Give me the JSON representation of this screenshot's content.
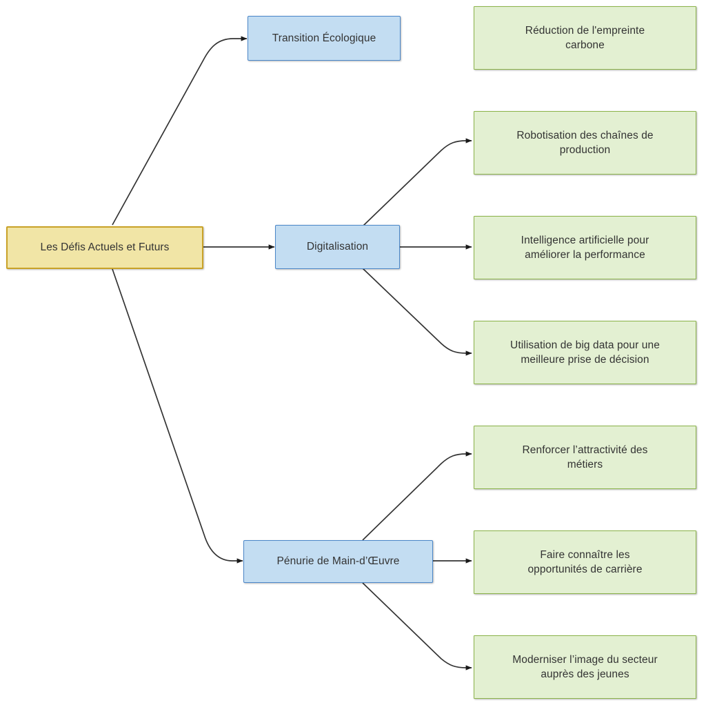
{
  "diagram": {
    "type": "flowchart",
    "orientation": "left-to-right",
    "background_color": "#ffffff",
    "edge_color": "#333333",
    "palette": {
      "root_fill": "#f1e5a6",
      "root_border": "#c9a227",
      "branch_fill": "#c3ddf2",
      "branch_border": "#4a86c8",
      "leaf_fill": "#e3f0d2",
      "leaf_border": "#8cb44a",
      "text": "#333333"
    },
    "root": {
      "id": "root",
      "label": "Les Défis Actuels et Futurs"
    },
    "branches": [
      {
        "id": "transition",
        "label": "Transition Écologique",
        "leaves": [
          {
            "id": "leaf-carbone",
            "label": "Réduction de l'empreinte\ncarbone"
          }
        ]
      },
      {
        "id": "digitalisation",
        "label": "Digitalisation",
        "leaves": [
          {
            "id": "leaf-robotisation",
            "label": "Robotisation des chaînes de\nproduction"
          },
          {
            "id": "leaf-ia",
            "label": "Intelligence artificielle pour\naméliorer la performance"
          },
          {
            "id": "leaf-bigdata",
            "label": "Utilisation de big data pour une\nmeilleure prise de décision"
          }
        ]
      },
      {
        "id": "penurie",
        "label": "Pénurie de Main-d’Œuvre",
        "leaves": [
          {
            "id": "leaf-attractivite",
            "label": "Renforcer l’attractivité des\nmétiers"
          },
          {
            "id": "leaf-carriere",
            "label": "Faire connaître les\nopportunités de carrière"
          },
          {
            "id": "leaf-image",
            "label": "Moderniser l’image du secteur\nauprès des jeunes"
          }
        ]
      }
    ]
  }
}
